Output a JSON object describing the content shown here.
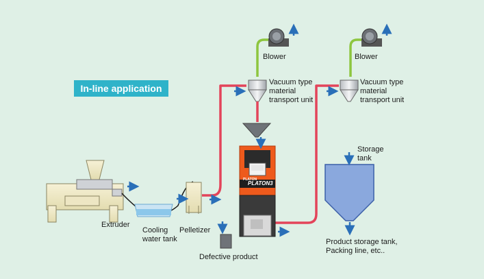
{
  "badge": "In-line application",
  "labels": {
    "extruder": "Extruder",
    "cooling_line1": "Cooling",
    "cooling_line2": "water tank",
    "pelletizer": "Pelletizer",
    "defective": "Defective product",
    "blower1": "Blower",
    "blower2": "Blower",
    "vacuum1_line1": "Vacuum type",
    "vacuum1_line2": "material",
    "vacuum1_line3": "transport unit",
    "vacuum2_line1": "Vacuum type",
    "vacuum2_line2": "material",
    "vacuum2_line3": "transport unit",
    "storage_line1": "Storage",
    "storage_line2": "tank",
    "product_line1": "Product storage tank,",
    "product_line2": "Packing line, etc.."
  },
  "machine": {
    "brand_small": "PLATON",
    "brand_large": "PLATON3"
  },
  "colors": {
    "background": "#dff0e6",
    "pipe_red": "#e3445a",
    "pipe_green": "#8dc63f",
    "arrow_blue": "#2a6fb8",
    "machine_orange": "#ee5a1c",
    "tank_blue": "#8aa8dd",
    "badge_teal": "#2fb3c9"
  }
}
